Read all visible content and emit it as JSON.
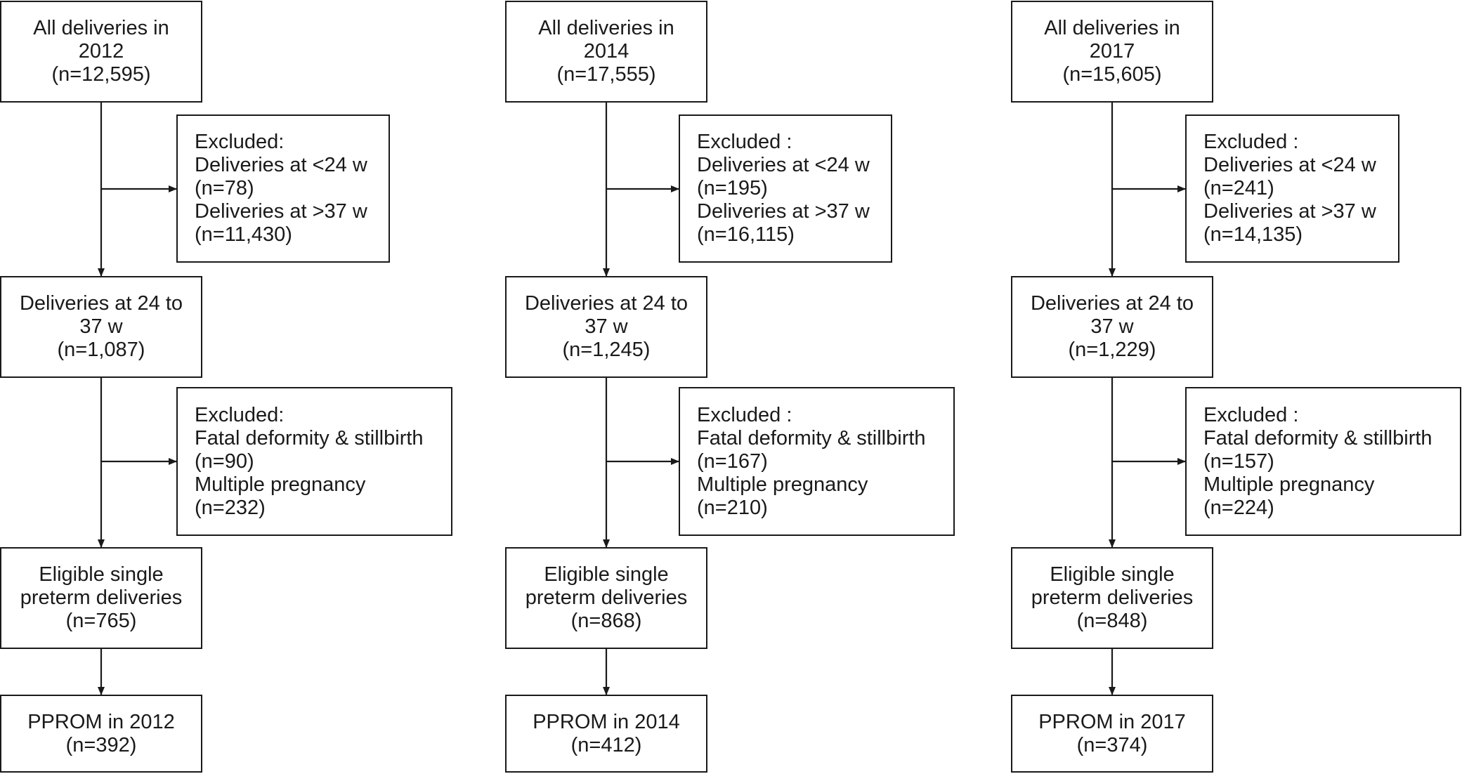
{
  "columns": [
    {
      "all": [
        "All deliveries in",
        "2012",
        "(n=12,595)"
      ],
      "excl1": [
        "Excluded:",
        "Deliveries at <24 w",
        "(n=78)",
        "Deliveries at >37 w",
        "(n=11,430)"
      ],
      "range": [
        "Deliveries at 24 to",
        "37 w",
        "(n=1,087)"
      ],
      "excl2": [
        "Excluded:",
        "Fatal deformity & stillbirth",
        "(n=90)",
        "Multiple pregnancy",
        "(n=232)"
      ],
      "eligible": [
        "Eligible single",
        "preterm deliveries",
        "(n=765)"
      ],
      "pprom": [
        "PPROM in 2012",
        "(n=392)"
      ]
    },
    {
      "all": [
        "All deliveries in",
        "2014",
        "(n=17,555)"
      ],
      "excl1": [
        "Excluded :",
        "Deliveries at <24 w",
        "(n=195)",
        "Deliveries at >37 w",
        "(n=16,115)"
      ],
      "range": [
        "Deliveries at 24 to",
        "37 w",
        "(n=1,245)"
      ],
      "excl2": [
        "Excluded :",
        "Fatal deformity & stillbirth",
        "(n=167)",
        "Multiple pregnancy",
        "(n=210)"
      ],
      "eligible": [
        "Eligible single",
        "preterm deliveries",
        "(n=868)"
      ],
      "pprom": [
        "PPROM in 2014",
        "(n=412)"
      ]
    },
    {
      "all": [
        "All deliveries in",
        "2017",
        "(n=15,605)"
      ],
      "excl1": [
        "Excluded :",
        "Deliveries at <24 w",
        "(n=241)",
        "Deliveries at >37 w",
        "(n=14,135)"
      ],
      "range": [
        "Deliveries at 24 to",
        "37 w",
        "(n=1,229)"
      ],
      "excl2": [
        "Excluded :",
        "Fatal deformity & stillbirth",
        "(n=157)",
        "Multiple pregnancy",
        "(n=224)"
      ],
      "eligible": [
        "Eligible single",
        "preterm deliveries",
        "(n=848)"
      ],
      "pprom": [
        "PPROM in 2017",
        "(n=374)"
      ]
    }
  ]
}
